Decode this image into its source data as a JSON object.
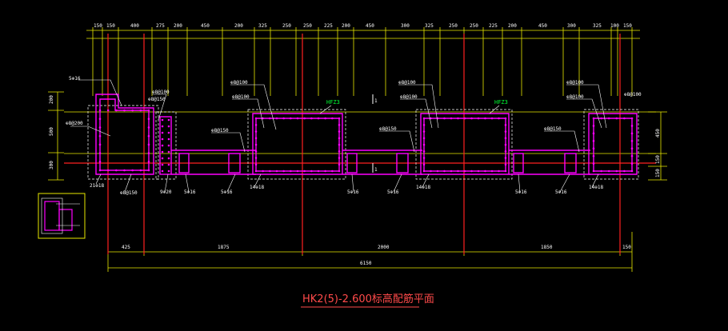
{
  "title": "HK2(5)-2.600标高配筋平面",
  "colors": {
    "background": "#000000",
    "dimension": "#e8e800",
    "rebar": "#ff00ff",
    "centerline": "#ff2020",
    "wall_outline": "#ffffff",
    "text": "#ffffff",
    "title": "#ff4a4a",
    "tag": "#00ff33",
    "leader": "#ffffff"
  },
  "top_dims": [
    "150",
    "150",
    "400",
    "275",
    "200",
    "450",
    "200",
    "325",
    "250",
    "250",
    "225",
    "200",
    "450",
    "300",
    "325",
    "250",
    "250",
    "225",
    "200",
    "450",
    "300",
    "325",
    "100",
    "150"
  ],
  "bottom_dims": [
    "425",
    "1875",
    "2000",
    "1850",
    "150"
  ],
  "overall_dim": "6150",
  "left_dims": [
    "200",
    "500",
    "300"
  ],
  "right_dims": [
    "450",
    "150",
    "150"
  ],
  "callouts": {
    "c1": "5⊕16",
    "c2": "⊕8@100",
    "c3": "⊕8@150",
    "c4": "⊕8@200",
    "c5": "⊕8@100",
    "c6": "⊕8@100",
    "c7": "⊕8@150",
    "c8": "⊕8@100",
    "c9": "⊕8@100",
    "c10": "⊕8@100",
    "c11": "⊕8@150",
    "c12": "⊕8@100",
    "c13": "⊕8@100",
    "c14": "⊕8@150",
    "c15": "21⊕18",
    "c16": "⊕8@150",
    "c17": "9⊕20",
    "c18": "5⊕16",
    "c19": "5⊕16",
    "c20": "14⊕18",
    "c21": "5⊕16",
    "c22": "5⊕16",
    "c23": "14⊕18",
    "c24": "5⊕16",
    "c25": "5⊕16",
    "c26": "14⊕18"
  },
  "tags": [
    "HFZ3",
    "HFZ3"
  ],
  "marks": [
    "1",
    "1"
  ]
}
